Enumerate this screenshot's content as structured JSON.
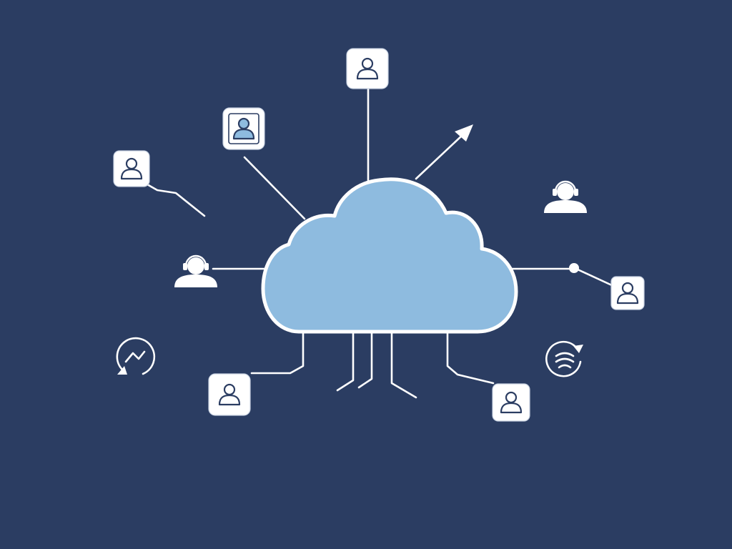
{
  "diagram": {
    "colors": {
      "background": "#2b3d62",
      "cloud_fill": "#8ebbdf",
      "cloud_outline": "#ffffff",
      "connector": "#ffffff",
      "card_fill": "#ffffff",
      "icon_stroke": "#2b3d62"
    },
    "center": {
      "icon": "cloud-icon"
    },
    "nodes": [
      {
        "icon": "user-icon",
        "style": "card"
      },
      {
        "icon": "user-icon",
        "style": "card-highlighted"
      },
      {
        "icon": "user-icon",
        "style": "card"
      },
      {
        "icon": "headset-user-icon",
        "style": "solid-white"
      },
      {
        "icon": "headset-user-icon",
        "style": "solid-white"
      },
      {
        "icon": "user-icon",
        "style": "card"
      },
      {
        "icon": "user-icon",
        "style": "card"
      },
      {
        "icon": "user-icon",
        "style": "card"
      }
    ],
    "decorations": [
      {
        "icon": "upward-arrow-icon"
      },
      {
        "icon": "trend-cycle-icon"
      },
      {
        "icon": "signal-cycle-icon"
      }
    ]
  }
}
